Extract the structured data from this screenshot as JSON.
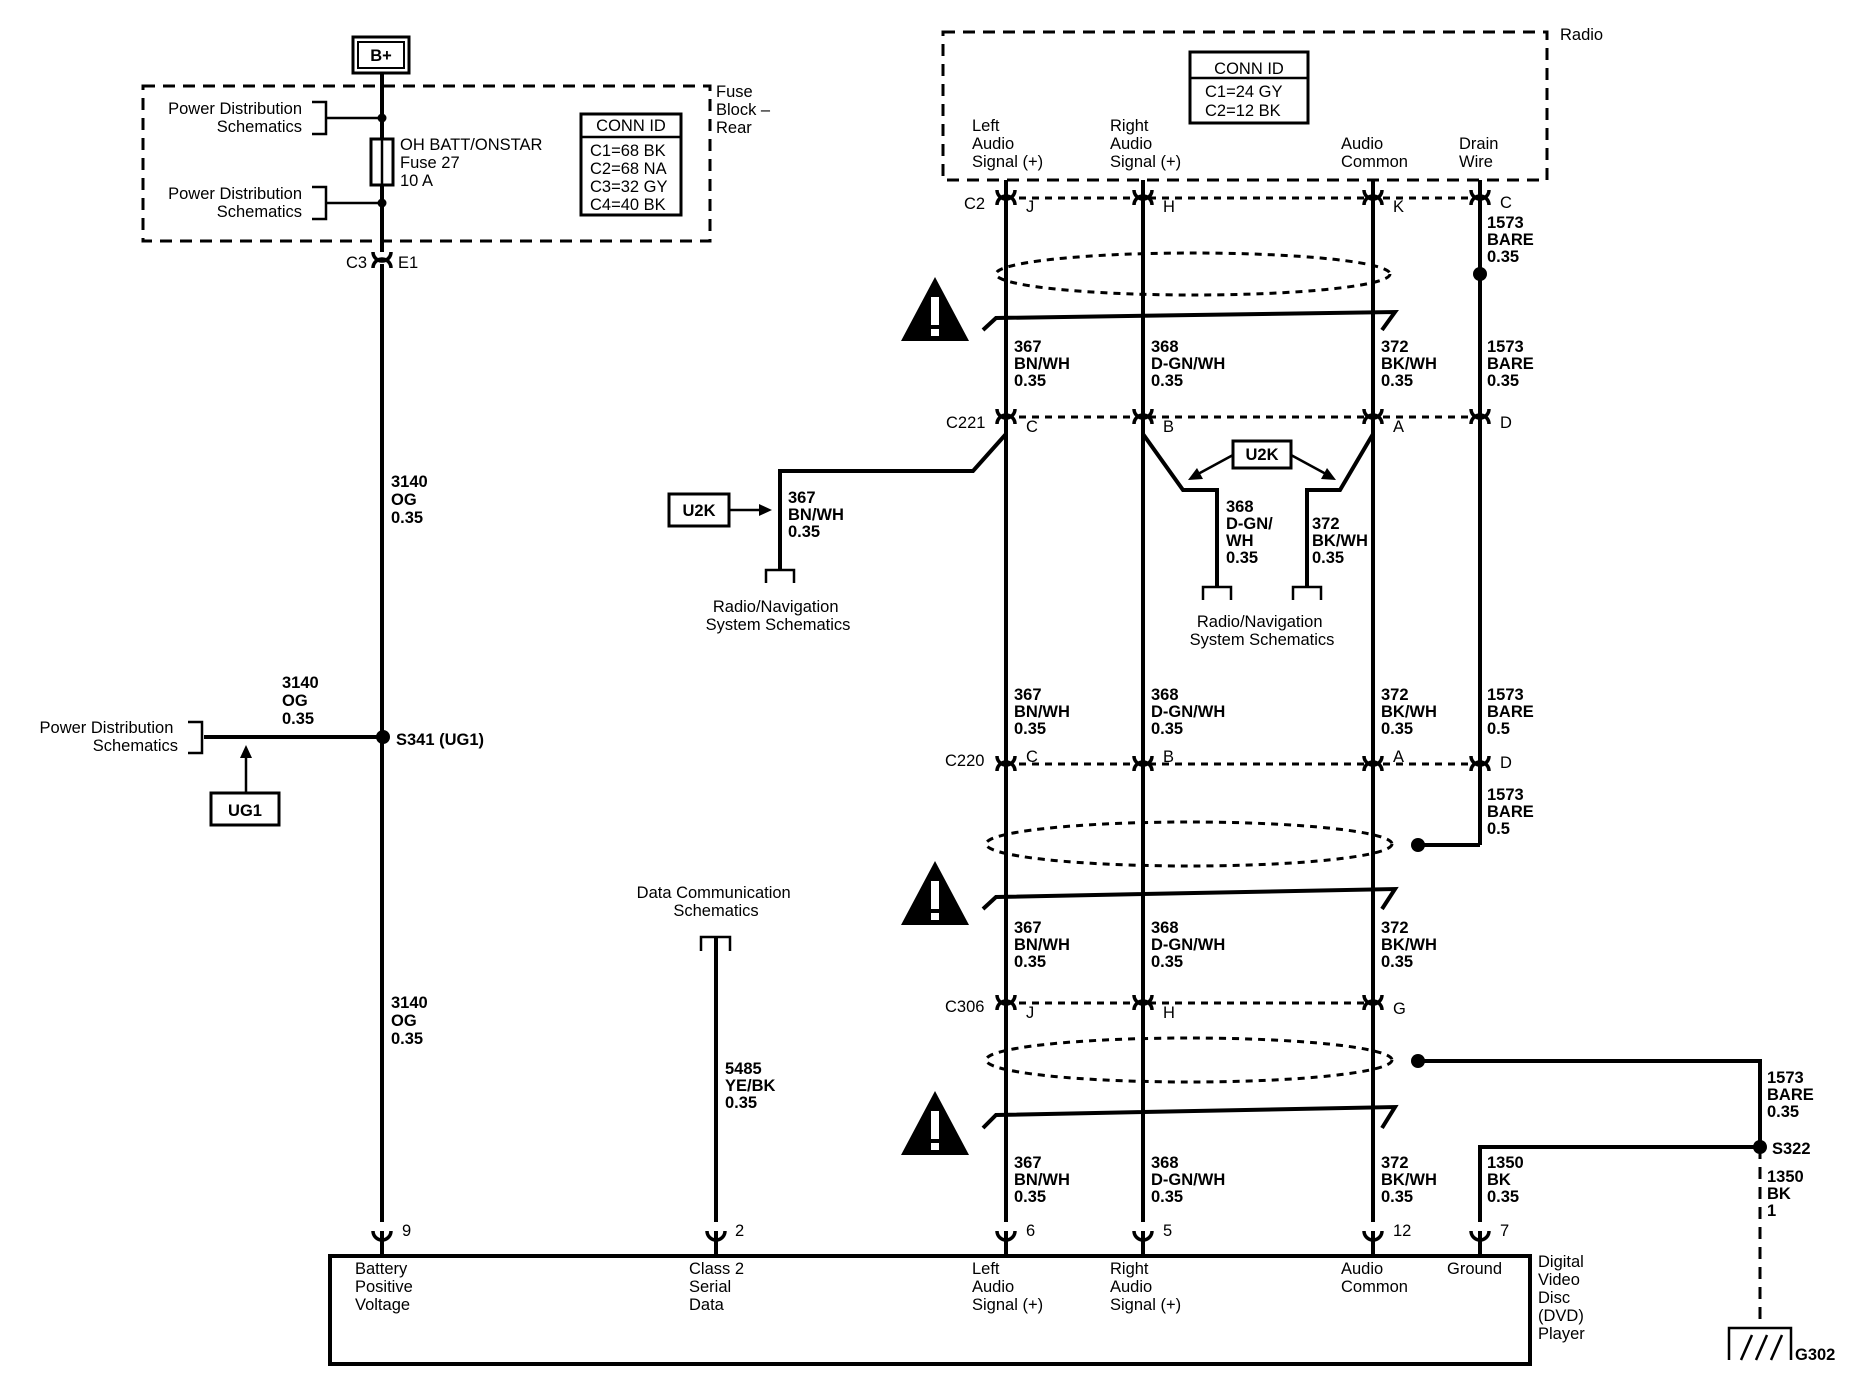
{
  "battery": {
    "label": "B+"
  },
  "fuse_block": {
    "label": [
      "Fuse",
      "Block –",
      "Rear"
    ],
    "power_dist_1": [
      "Power Distribution",
      "Schematics"
    ],
    "power_dist_2": [
      "Power Distribution",
      "Schematics"
    ],
    "fuse": [
      "OH BATT/ONSTAR",
      "Fuse 27",
      "10 A"
    ],
    "conn_title": "CONN ID",
    "conn_ids": [
      "C1=68 BK",
      "C2=68 NA",
      "C3=32 GY",
      "C4=40 BK"
    ]
  },
  "radio": {
    "label": "Radio",
    "conn_title": "CONN ID",
    "conn_ids": [
      "C1=24 GY",
      "C2=12 BK"
    ],
    "pins": {
      "left": [
        "Left",
        "Audio",
        "Signal (+)"
      ],
      "right": [
        "Right",
        "Audio",
        "Signal (+)"
      ],
      "common": [
        "Audio",
        "Common"
      ],
      "drain": [
        "Drain",
        "Wire"
      ]
    }
  },
  "connectors": {
    "c3": "C3",
    "e1": "E1",
    "c2": "C2",
    "c2_pins": [
      "J",
      "H",
      "K",
      "C"
    ],
    "c221": "C221",
    "c221_pins": [
      "C",
      "B",
      "A",
      "D"
    ],
    "c220": "C220",
    "c220_pins": [
      "C",
      "B",
      "A",
      "D"
    ],
    "c306": "C306",
    "c306_pins": [
      "J",
      "H",
      "G"
    ]
  },
  "wires": {
    "w3140": [
      "3140",
      "OG",
      "0.35"
    ],
    "w367": [
      "367",
      "BN/WH",
      "0.35"
    ],
    "w368": [
      "368",
      "D-GN/WH",
      "0.35"
    ],
    "w368_split": [
      "368",
      "D-GN/",
      "WH",
      "0.35"
    ],
    "w372": [
      "372",
      "BK/WH",
      "0.35"
    ],
    "w1573_035": [
      "1573",
      "BARE",
      "0.35"
    ],
    "w1573_05": [
      "1573",
      "BARE",
      "0.5"
    ],
    "w5485": [
      "5485",
      "YE/BK",
      "0.35"
    ],
    "w1350_035": [
      "1350",
      "BK",
      "0.35"
    ],
    "w1350_1": [
      "1350",
      "BK",
      "1"
    ]
  },
  "splices": {
    "s341": "S341 (UG1)",
    "s322": "S322"
  },
  "options": {
    "ug1": "UG1",
    "u2k": "U2K"
  },
  "refs": {
    "power_dist": [
      "Power Distribution",
      "Schematics"
    ],
    "radio_nav": [
      "Radio/Navigation",
      "System Schematics"
    ],
    "data_comm": [
      "Data Communication",
      "Schematics"
    ]
  },
  "dvd": {
    "label": [
      "Digital",
      "Video",
      "Disc",
      "(DVD)",
      "Player"
    ],
    "pin_numbers": [
      "9",
      "2",
      "6",
      "5",
      "12",
      "7"
    ],
    "pin_battery": [
      "Battery",
      "Positive",
      "Voltage"
    ],
    "pin_class2": [
      "Class 2",
      "Serial",
      "Data"
    ],
    "pin_left": [
      "Left",
      "Audio",
      "Signal (+)"
    ],
    "pin_right": [
      "Right",
      "Audio",
      "Signal (+)"
    ],
    "pin_common": [
      "Audio",
      "Common"
    ],
    "pin_ground": "Ground"
  },
  "ground": {
    "label": "G302"
  }
}
